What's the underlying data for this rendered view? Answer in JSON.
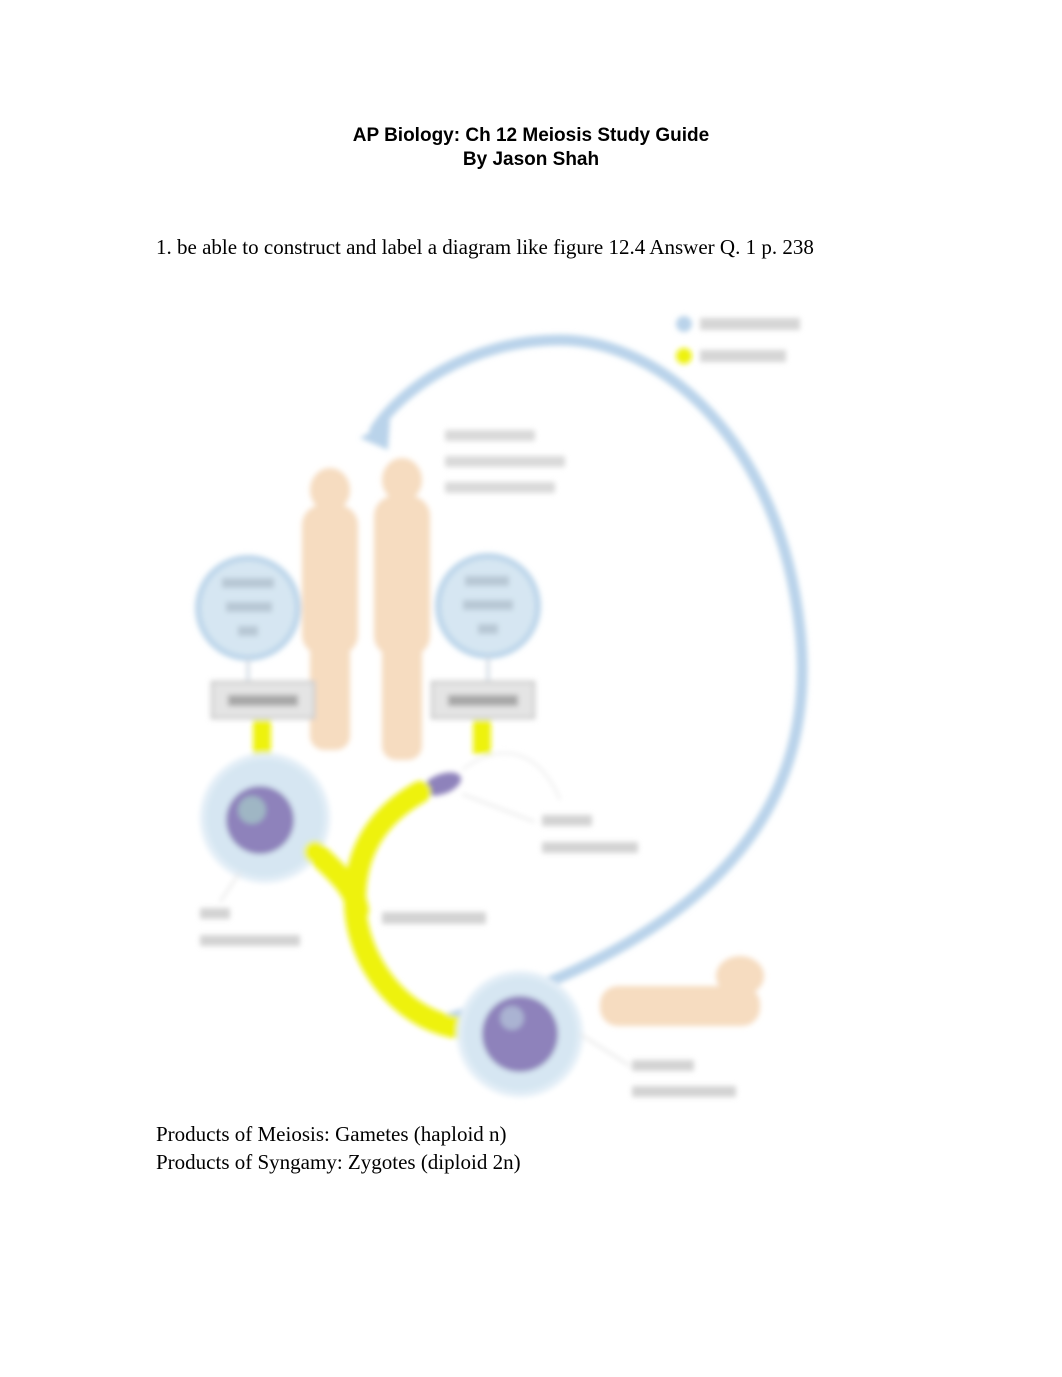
{
  "title": "AP Biology:  Ch 12 Meiosis Study Guide",
  "author": "By Jason Shah",
  "question": "1. be able to construct and label a diagram like figure 12.4 Answer Q. 1 p. 238",
  "answers": [
    "Products of Meiosis: Gametes (haploid n)",
    "Products of Syngamy: Zygotes (diploid 2n)"
  ],
  "colors": {
    "diploid_arrow": "#b9d3ea",
    "haploid_arrow": "#eef20e",
    "cell_fill": "#d6e6f2",
    "nucleus": "#8e82bb",
    "body": "#f6dcc0"
  }
}
